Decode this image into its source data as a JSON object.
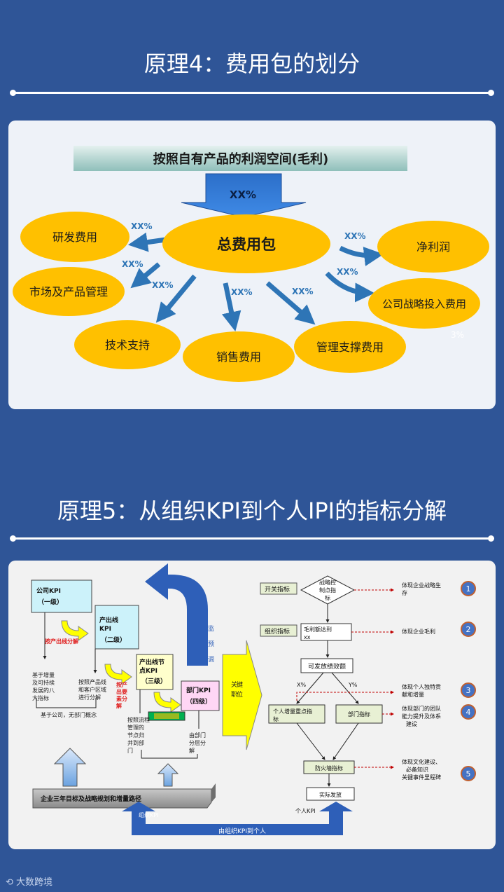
{
  "section1": {
    "title": "原理4：费用包的划分",
    "banner": "按照自有产品的利润空间(毛利)",
    "top_pct": "XX%",
    "center": "总费用包",
    "ellipses": {
      "rd": "研发费用",
      "market": "市场及产品管理",
      "tech": "技术支持",
      "sales": "销售费用",
      "mgmt": "管理支撑费用",
      "profit": "净利润",
      "strategy": "公司战略投入费用"
    },
    "pct": {
      "rd": "XX%",
      "market_a": "XX%",
      "market_b": "XX%",
      "sales": "XX%",
      "mgmt": "XX%",
      "profit": "XX%",
      "strategy": "XX%",
      "strategy_note": "3%"
    }
  },
  "section2": {
    "title": "原理5：从组织KPI到个人IPI的指标分解",
    "left": {
      "company_kpi": "公司KPI",
      "company_level": "（一级）",
      "line_kpi_a": "产出线",
      "line_kpi_b": "KPI",
      "line_level": "（二级）",
      "node_kpi_a": "产出线节",
      "node_kpi_b": "点KPI",
      "node_level": "（三级）",
      "dept_kpi": "部门KPI",
      "dept_level": "（四级）",
      "by_line": "按产出线分解",
      "by_element_a": "按产",
      "by_element_b": "出要",
      "by_element_c": "素分",
      "by_element_d": "解",
      "basis_lines": [
        "基于增量",
        "及可持续",
        "发展的八",
        "大指标"
      ],
      "product_lines": [
        "按照产品线",
        "和客户区域",
        "进行分解"
      ],
      "no_dept": "基于公司，无部门概念",
      "process_lines": [
        "按照流程",
        "管理的",
        "节点归",
        "并到部",
        "门"
      ],
      "dept_lines": [
        "由部门",
        "分层分",
        "解"
      ],
      "green_bar": "",
      "monitor": [
        "监",
        "预",
        "调"
      ],
      "key_position": [
        "关",
        "键",
        "职",
        "位"
      ],
      "base_bar": "企业三年目标及战略规划和增量路径",
      "org_kpi": "组织KPI",
      "org_to_person": "由组织KPI到个人",
      "person_kpi": "个人KPI"
    },
    "right": {
      "switch_metric": "开关指标",
      "org_metric": "组织指标",
      "strategy_diamond": [
        "战略控",
        "制点指",
        "标"
      ],
      "gross_box": [
        "毛利额达到",
        "xx"
      ],
      "bonus_box": "可发放绩效额",
      "x_pct": "X%",
      "y_pct": "Y%",
      "personal_box": [
        "个人增量重点指",
        "标"
      ],
      "dept_box": "部门指标",
      "firewall_box": "防火墙指标",
      "actual_box": "实际发放",
      "notes": [
        [
          "体现企业战略生",
          "存"
        ],
        [
          "体现企业毛利"
        ],
        [
          "体现个人独特贡",
          "献和增量"
        ],
        [
          "体现部门的团队",
          "能力提升及体系",
          "建设"
        ],
        [
          "体现文化建设、",
          "必备知识",
          "关键事件里程碑"
        ]
      ],
      "badges": [
        "1",
        "2",
        "3",
        "4",
        "5"
      ]
    }
  },
  "footer": "大数跨境",
  "colors": {
    "background": "#2f5597",
    "ellipse": "#ffc000",
    "arrow": "#2e75b6",
    "pct_text": "#2e75b6"
  }
}
